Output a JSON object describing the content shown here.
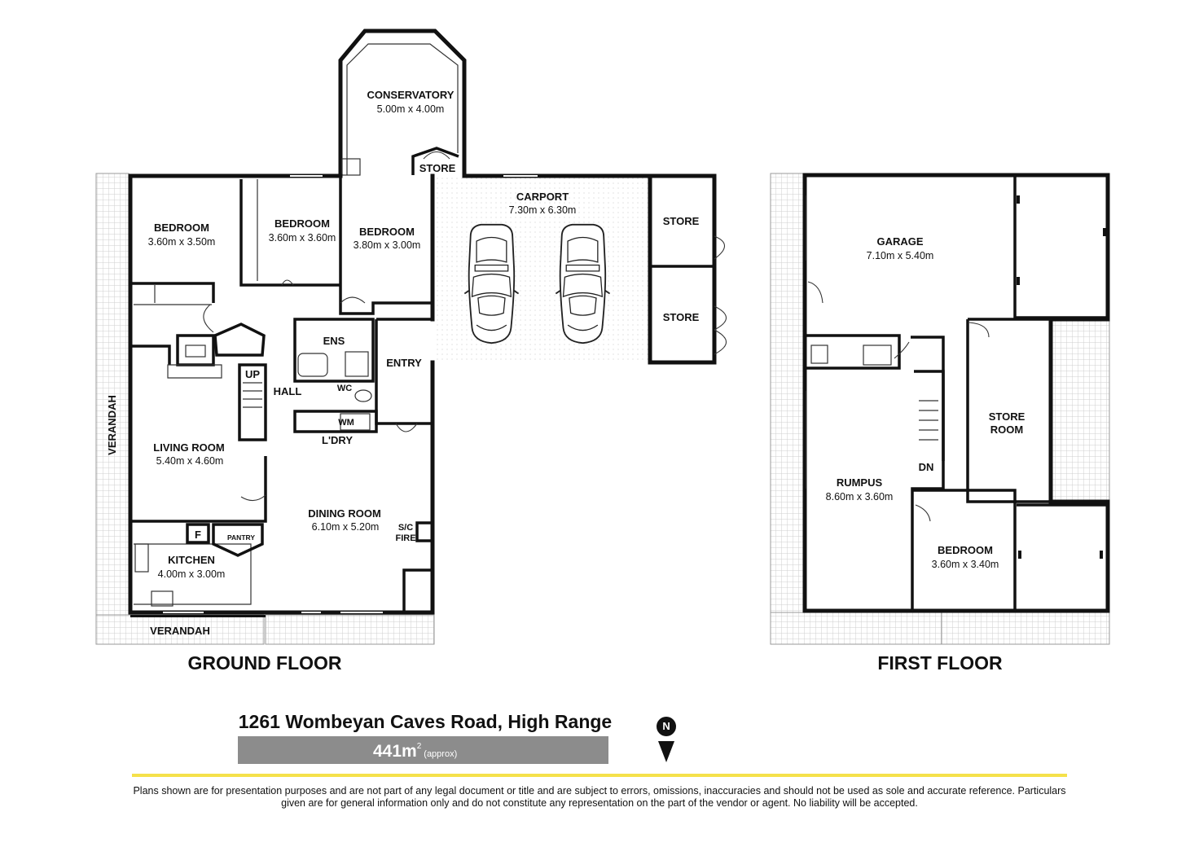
{
  "address": "1261 Wombeyan Caves Road, High Range",
  "area": {
    "value": "441m",
    "sup": "2",
    "note": "(approx)"
  },
  "floors": {
    "ground": "GROUND FLOOR",
    "first": "FIRST FLOOR"
  },
  "ground_rooms": {
    "conservatory": {
      "name": "CONSERVATORY",
      "dim": "5.00m x 4.00m"
    },
    "store_small": "STORE",
    "carport": {
      "name": "CARPORT",
      "dim": "7.30m x 6.30m"
    },
    "store1": "STORE",
    "store2": "STORE",
    "bedroom1": {
      "name": "BEDROOM",
      "dim": "3.60m x 3.50m"
    },
    "bedroom2": {
      "name": "BEDROOM",
      "dim": "3.60m x 3.60m"
    },
    "bedroom3": {
      "name": "BEDROOM",
      "dim": "3.80m x 3.00m"
    },
    "ens": "ENS",
    "entry": "ENTRY",
    "up": "UP",
    "hall": "HALL",
    "wc": "WC",
    "wm": "WM",
    "ldry": "L'DRY",
    "verandah_side": "VERANDAH",
    "living": {
      "name": "LIVING ROOM",
      "dim": "5.40m x 4.60m"
    },
    "dining": {
      "name": "DINING ROOM",
      "dim": "6.10m x 5.20m"
    },
    "sc_fire_1": "S/C",
    "sc_fire_2": "FIRE",
    "f": "F",
    "pantry": "PANTRY",
    "kitchen": {
      "name": "KITCHEN",
      "dim": "4.00m x 3.00m"
    },
    "verandah_bottom": "VERANDAH"
  },
  "first_rooms": {
    "garage": {
      "name": "GARAGE",
      "dim": "7.10m x 5.40m"
    },
    "store_room_1": "STORE",
    "store_room_2": "ROOM",
    "dn": "DN",
    "rumpus": {
      "name": "RUMPUS",
      "dim": "8.60m x 3.60m"
    },
    "bedroom": {
      "name": "BEDROOM",
      "dim": "3.60m x 3.40m"
    }
  },
  "disclaimer": "Plans shown are for presentation purposes and are not part of any legal document or title and are subject to errors, omissions, inaccuracies and should not be used as sole and accurate reference. Particulars given are for general information only and do not constitute any representation on the part of the vendor or agent. No liability will be accepted.",
  "colors": {
    "accent_line": "#f5e14a",
    "area_bar": "#8c8c8c",
    "wall": "#111111",
    "tile": "#d8d8d8"
  },
  "icons": [
    "north-arrow-icon",
    "car-icon"
  ]
}
